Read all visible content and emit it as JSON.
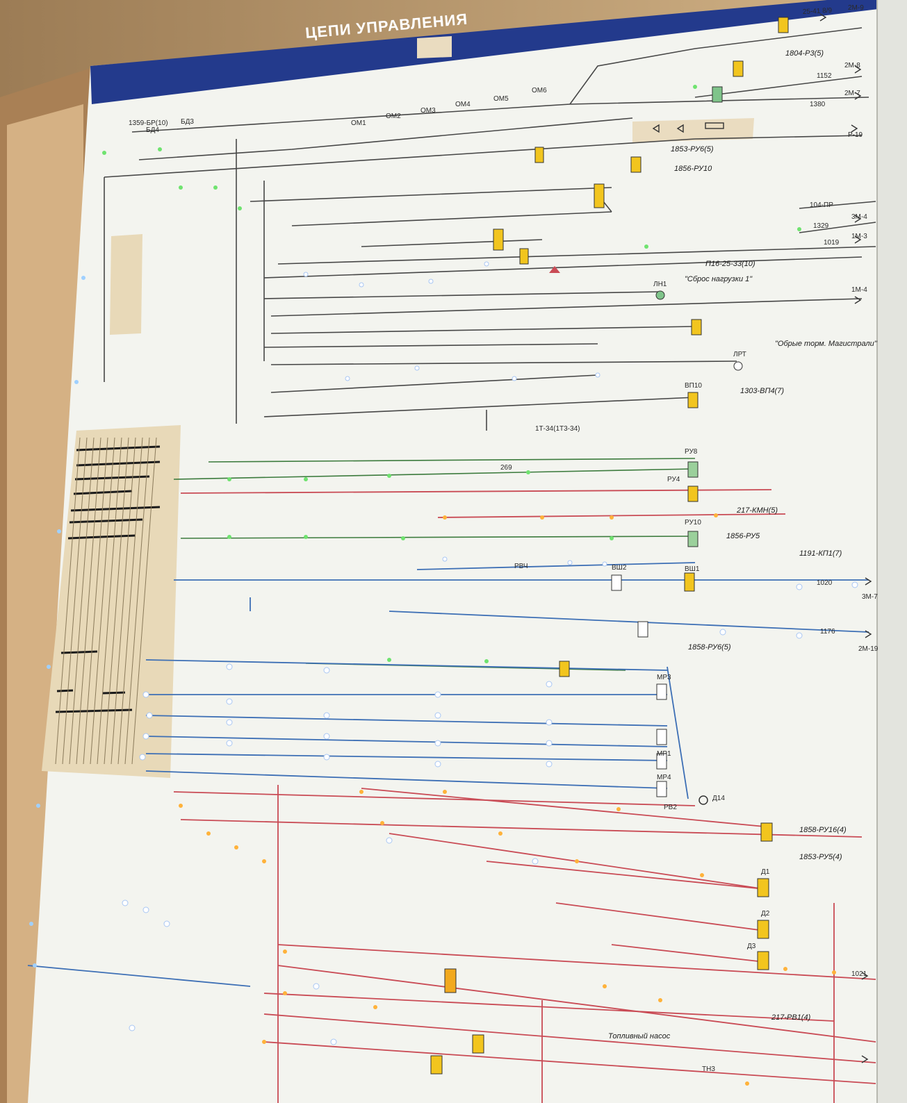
{
  "title": "ЦЕПИ УПРАВЛЕНИЯ",
  "colors": {
    "wall": "#c5a47a",
    "board": "#f4f5f1",
    "header_band": "#23398a",
    "panel_beige": "#e9dcc0",
    "wire_dark": "#4b4b4b",
    "wire_green": "#3b7a3b",
    "wire_red": "#c94b55",
    "wire_blue": "#3d6fb5",
    "lamp_yellow": "#f2c51e"
  },
  "top_labels": [
    "25-41 8/9",
    "2М-9",
    "1804-Р3(5)",
    "2М-8",
    "1152",
    "1380",
    "2М-7",
    "Р-19",
    "104-ПР",
    "1329",
    "3М-4",
    "1019",
    "1М-3",
    "1М-4"
  ],
  "left_labels": [
    "1359-БР(10)",
    "БД3",
    "БД4",
    "ОМ1",
    "ОМ2",
    "ОМ3",
    "ОМ4",
    "ОМ5",
    "ОМ6",
    "1853-РУ6(5)",
    "1856-РУ10"
  ],
  "center_labels": [
    "\"Сброс нагрузки 1\"",
    "\"Обрые торм. Магистрали\"",
    "П16-25-33(10)",
    "1303-ВП4(7)",
    "1Т-34(1Т3-34)",
    "ЛН1",
    "ЛРТ",
    "ВП10"
  ],
  "middle_labels": [
    "269",
    "217-КМН(5)",
    "1856-РУ5",
    "РУ8",
    "РУ4",
    "РУ10",
    "1191-КП1(7)",
    "1020",
    "3М-7",
    "1176",
    "2М-19",
    "1858-РУ6(5)",
    "ВШ1",
    "ВШ2",
    "РВЧ"
  ],
  "lower_labels": [
    "МР3",
    "МР1",
    "МР4",
    "РВ2",
    "Д14",
    "1858-РУ16(4)",
    "1853-РУ5(4)",
    "Д1",
    "Д2",
    "Д3",
    "217-РВ1(4)",
    "Топливный насос",
    "1021",
    "ТН3"
  ]
}
